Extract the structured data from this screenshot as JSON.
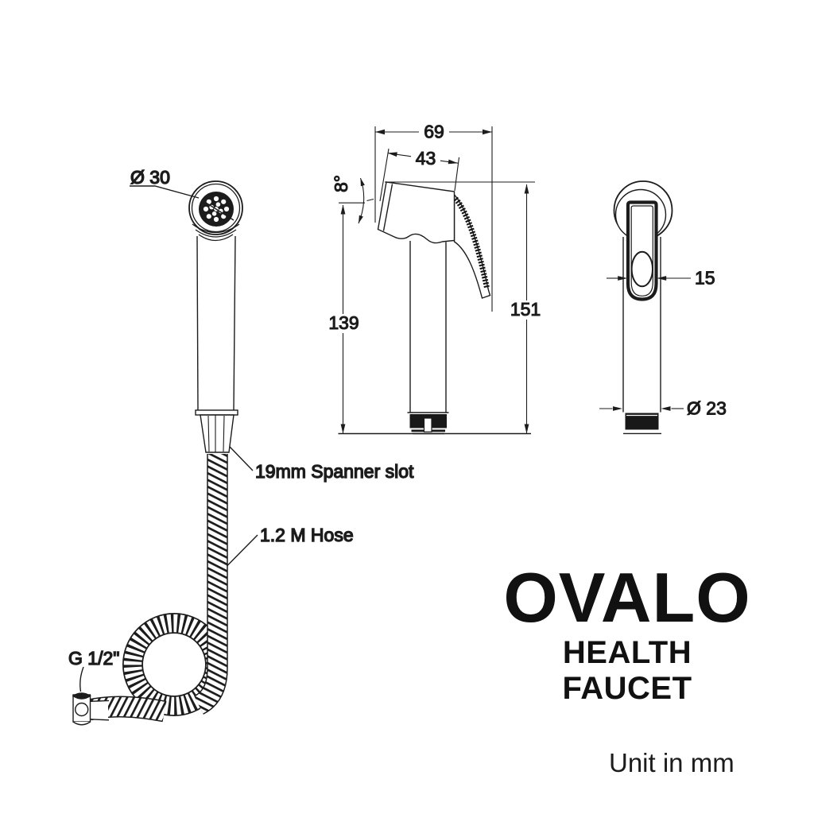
{
  "page": {
    "background": "#ffffff",
    "line_color": "#1c1c1c"
  },
  "front_view": {
    "head_diameter_label": "Ø 30",
    "spanner_label": "19mm Spanner slot",
    "hose_label": "1.2 M Hose",
    "inlet_thread_label": "G 1/2\""
  },
  "side_view": {
    "overall_width_mm": "69",
    "head_width_mm": "43",
    "head_angle": "8°",
    "body_height_mm": "139",
    "overall_height_mm": "151"
  },
  "back_view": {
    "trigger_width_mm": "15",
    "body_diameter_label": "Ø 23"
  },
  "brand": {
    "name": "OVALO",
    "product_line": "HEALTH FAUCET",
    "unit_note": "Unit in mm"
  }
}
